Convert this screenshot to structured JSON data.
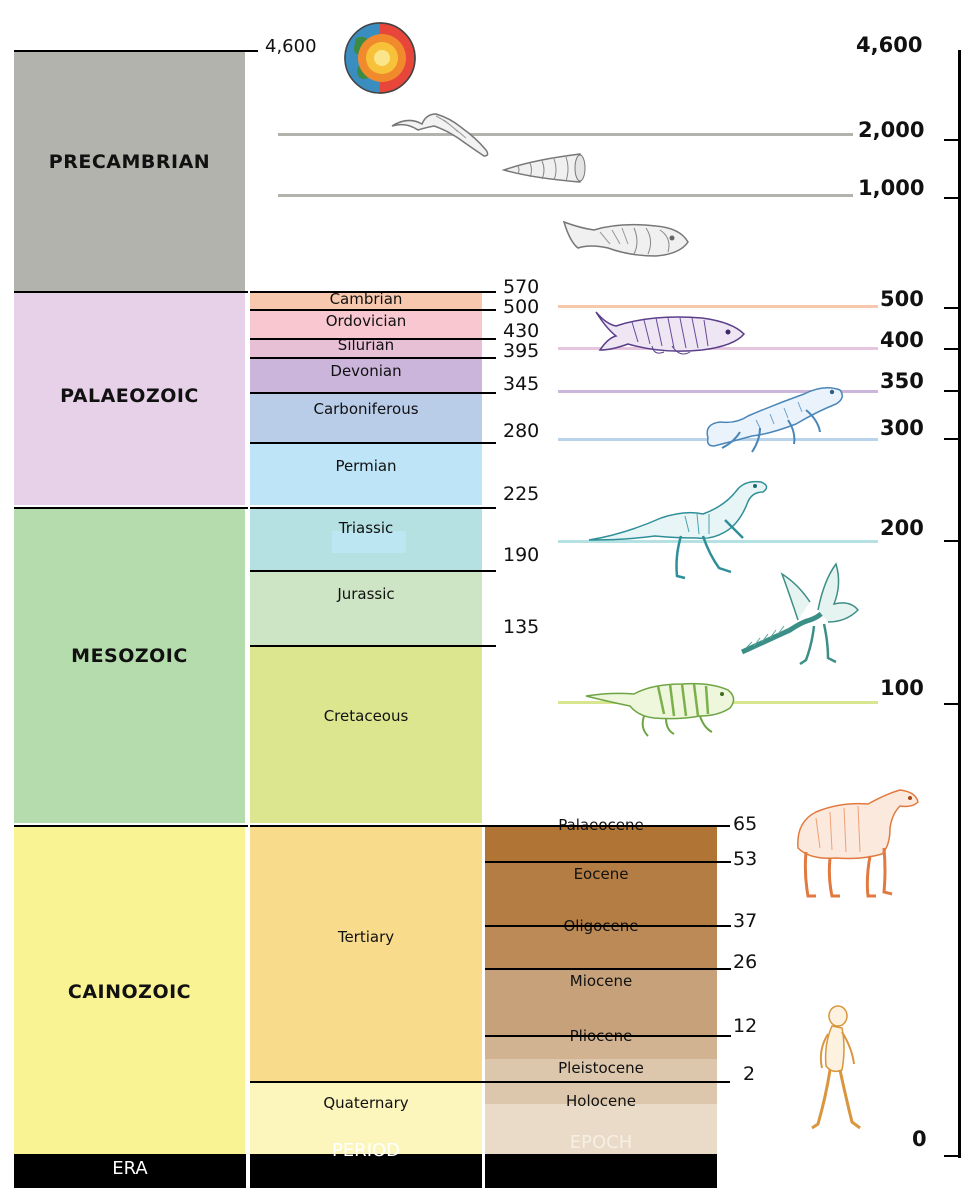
{
  "eras": [
    {
      "name": "PRECAMBRIAN",
      "color": "#b3b3ae"
    },
    {
      "name": "PALAEOZOIC",
      "color": "#e6d1e8"
    },
    {
      "name": "MESOZOIC",
      "color": "#b5dcad"
    },
    {
      "name": "CAINOZOIC",
      "color": "#faf393"
    }
  ],
  "periods": [
    {
      "name": "Cambrian",
      "color": "#f7c8ad"
    },
    {
      "name": "Ordovician",
      "color": "#f9c7cf"
    },
    {
      "name": "Silurian",
      "color": "#e8c0d6"
    },
    {
      "name": "Devonian",
      "color": "#cbb5da"
    },
    {
      "name": "Carboniferous",
      "color": "#b9cde9"
    },
    {
      "name": "Permian",
      "color": "#bde4f7"
    },
    {
      "name": "Triassic",
      "color": "#b5e1e3"
    },
    {
      "name": "Jurassic",
      "color": "#cde4c5"
    },
    {
      "name": "Cretaceous",
      "color": "#dce68f"
    },
    {
      "name": "Tertiary",
      "color": "#f8dc8c"
    },
    {
      "name": "Quaternary",
      "color": "#fcf6bd"
    }
  ],
  "epochs": [
    {
      "name": "Palaeocene",
      "color": "#b07434"
    },
    {
      "name": "Eocene",
      "color": "#b47d44"
    },
    {
      "name": "Oligocene",
      "color": "#bc8a57"
    },
    {
      "name": "Miocene",
      "color": "#c6a17a"
    },
    {
      "name": "Pliocene",
      "color": "#d1b392"
    },
    {
      "name": "Pleistocene",
      "color": "#dcc7ad"
    },
    {
      "name": "Holocene",
      "color": "#e9dbc7"
    }
  ],
  "footer": {
    "era": "ERA",
    "period": "PERIOD",
    "epoch": "EPOCH"
  },
  "mid_numbers": [
    "4,600",
    "570",
    "500",
    "430",
    "395",
    "345",
    "280",
    "225",
    "190",
    "135",
    "65",
    "53",
    "37",
    "26",
    "12",
    "2"
  ],
  "scale_numbers": [
    "4,600",
    "2,000",
    "1,000",
    "500",
    "400",
    "350",
    "300",
    "200",
    "100",
    "0"
  ],
  "guide_colors": {
    "g2000": "#b3b3ae",
    "g1000": "#b3b3ae",
    "g500": "#f7c8ad",
    "g400": "#e6c6df",
    "g350": "#cbb5da",
    "g300": "#b9d3ec",
    "g200": "#b5e1e3",
    "g100": "#d7e68f"
  },
  "figures": [
    "earth-icon",
    "worm-icon",
    "shell-icon",
    "armored-fish-icon",
    "coelacanth-icon",
    "amphibian-icon",
    "dinosaur-icon",
    "archaeopteryx-icon",
    "mammal-reptile-icon",
    "mammoth-icon",
    "early-human-icon"
  ]
}
